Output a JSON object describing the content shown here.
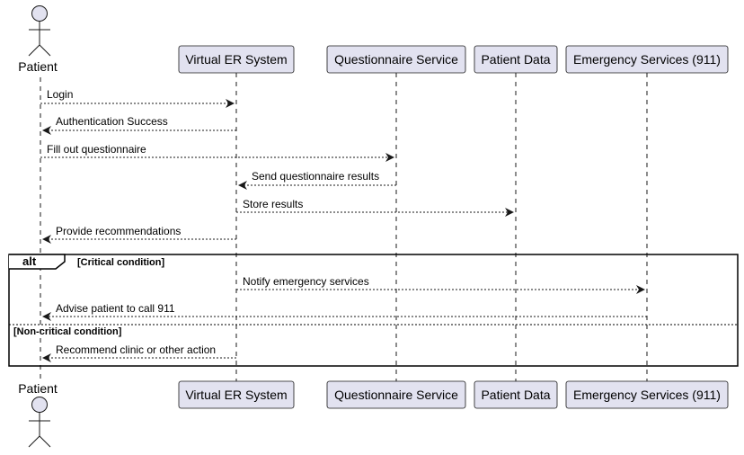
{
  "participants": {
    "patient": "Patient",
    "er": "Virtual ER System",
    "questionnaire": "Questionnaire Service",
    "data": "Patient Data",
    "emergency": "Emergency Services (911)"
  },
  "messages": [
    {
      "from": "patient",
      "to": "er",
      "label": "Login"
    },
    {
      "from": "er",
      "to": "patient",
      "label": "Authentication Success"
    },
    {
      "from": "patient",
      "to": "questionnaire",
      "label": "Fill out questionnaire"
    },
    {
      "from": "questionnaire",
      "to": "er",
      "label": "Send questionnaire results"
    },
    {
      "from": "er",
      "to": "data",
      "label": "Store results"
    },
    {
      "from": "er",
      "to": "patient",
      "label": "Provide recommendations"
    },
    {
      "from": "er",
      "to": "emergency",
      "label": "Notify emergency services"
    },
    {
      "from": "emergency",
      "to": "patient",
      "label": "Advise patient to call 911"
    },
    {
      "from": "er",
      "to": "patient",
      "label": "Recommend clinic or other action"
    }
  ],
  "alt": {
    "keyword": "alt",
    "guard1": "[Critical condition]",
    "guard2": "[Non-critical condition]"
  },
  "colors": {
    "box_fill": "#E2E2F0",
    "box_stroke": "#181818",
    "lifeline": "#181818"
  }
}
